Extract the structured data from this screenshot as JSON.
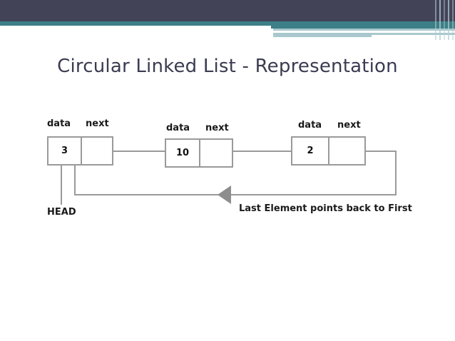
{
  "slide": {
    "title": "Circular Linked List - Representation",
    "background_color": "#ffffff"
  },
  "banner": {
    "dark_color": "#434358",
    "teal_color": "#3d7f86",
    "pale_teal_color": "#b2ced3",
    "accent_white": "#ffffff"
  },
  "diagram": {
    "line_color": "#9a9a9a",
    "arrow_color": "#8d8d8d",
    "head_label": "HEAD",
    "loop_caption": "Last Element points back to First",
    "nodes": [
      {
        "data_label": "data",
        "next_label": "next",
        "value": "3"
      },
      {
        "data_label": "data",
        "next_label": "next",
        "value": "10"
      },
      {
        "data_label": "data",
        "next_label": "next",
        "value": "2"
      }
    ]
  }
}
